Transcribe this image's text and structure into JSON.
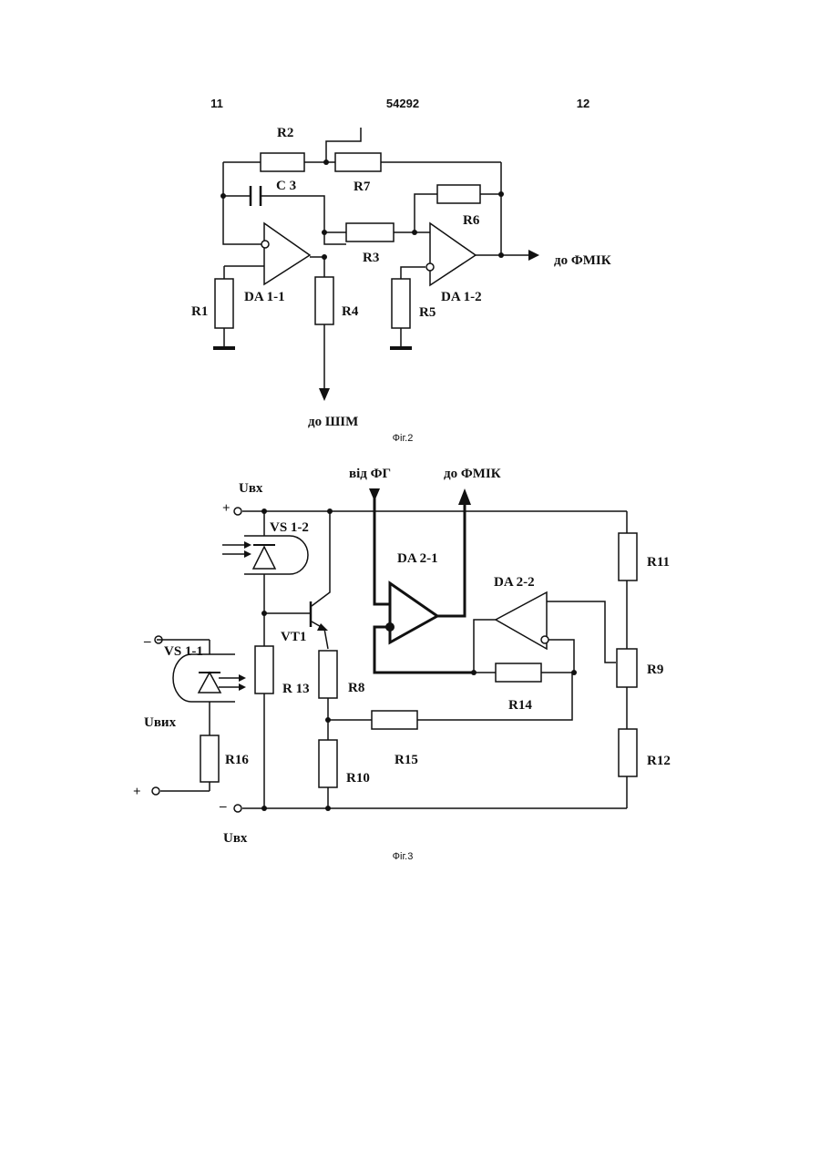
{
  "header": {
    "page_left": "11",
    "patent_number": "54292",
    "page_right": "12"
  },
  "fig2": {
    "caption": "Фіг.2",
    "labels": {
      "r2": "R2",
      "r7": "R7",
      "c3": "C 3",
      "r6": "R6",
      "r3": "R3",
      "r1": "R1",
      "da1_1": "DA 1-1",
      "r4": "R4",
      "da1_2": "DA 1-2",
      "r5": "R5",
      "out_fmik": "до ФМІК",
      "out_shim": "до ШІМ"
    }
  },
  "fig3": {
    "caption": "Фіг.3",
    "labels": {
      "uvx_top": "Uвх",
      "plus_top": "+",
      "vs1_2": "VS 1-2",
      "vt1": "VT1",
      "minus_left": "–",
      "vs1_1": "VS 1-1",
      "uvyx": "Uвих",
      "r16": "R16",
      "plus_bottom": "+",
      "minus_bottom": "–",
      "uvx_bottom": "Uвх",
      "r13": "R 13",
      "r8": "R8",
      "r10": "R10",
      "r15": "R15",
      "r14": "R14",
      "vid_fg": "від ФГ",
      "do_fmik": "до ФМІК",
      "da2_1": "DA 2-1",
      "da2_2": "DA 2-2",
      "r11": "R11",
      "r9": "R9",
      "r12": "R12"
    }
  }
}
